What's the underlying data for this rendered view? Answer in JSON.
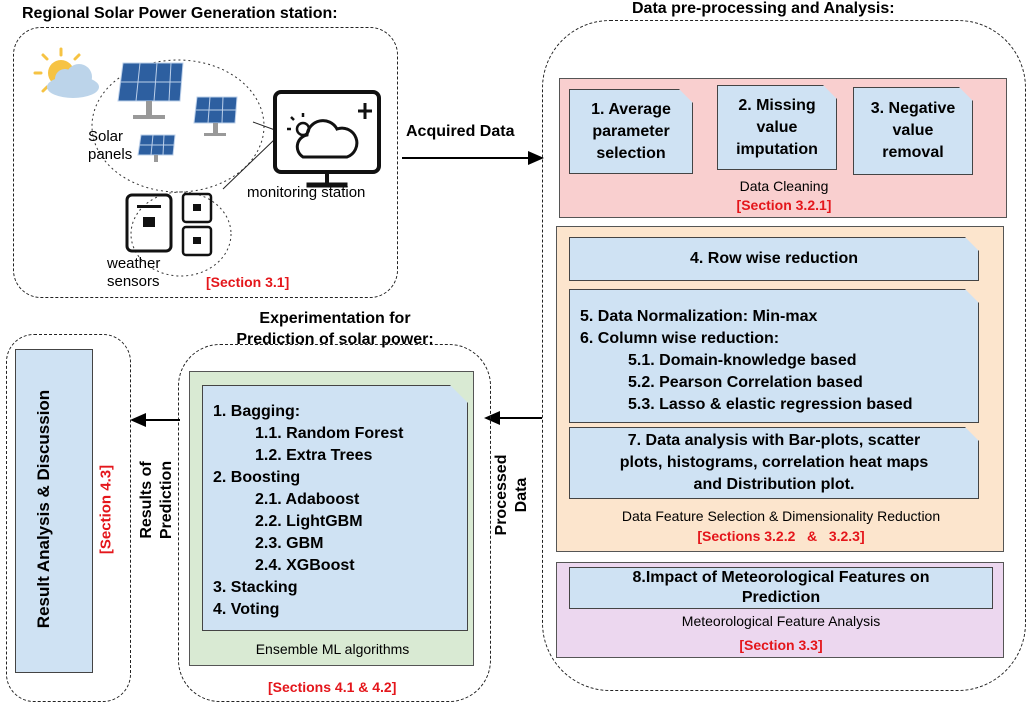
{
  "source": {
    "title": "Regional Solar Power Generation station:",
    "solar_panels_label": "Solar panels",
    "weather_sensors_label": "weather sensors",
    "monitoring_label": "monitoring station",
    "section_ref": "[Section 3.1]"
  },
  "acquired_label": "Acquired Data",
  "preprocessing": {
    "title": "Data pre-processing and Analysis:",
    "cleaning": {
      "steps": [
        {
          "lines": [
            "1. Average",
            "parameter",
            "selection"
          ]
        },
        {
          "lines": [
            "2. Missing",
            "value",
            "imputation"
          ]
        },
        {
          "lines": [
            "3. Negative",
            "value",
            "removal"
          ]
        }
      ],
      "label": "Data Cleaning",
      "section_ref": "[Section 3.2.1]"
    },
    "feature": {
      "row_reduction": "4. Row wise reduction",
      "normalization_lines": [
        "5. Data Normalization: Min-max",
        "6. Column wise reduction:",
        "5.1. Domain-knowledge based",
        "5.2. Pearson Correlation based",
        "5.3. Lasso & elastic regression based"
      ],
      "analysis_lines": [
        "7.  Data analysis with Bar-plots, scatter",
        "plots, histograms, correlation heat maps",
        "and Distribution plot."
      ],
      "label": "Data Feature Selection & Dimensionality Reduction",
      "section_ref": "[Sections 3.2.2   &   3.2.3]"
    },
    "meteorological": {
      "lines": [
        "8.Impact of Meteorological Features on",
        "Prediction"
      ],
      "label": "Meteorological Feature Analysis",
      "section_ref": "[Section 3.3]"
    }
  },
  "processed_label": [
    "Processed",
    "Data"
  ],
  "experimentation": {
    "title_lines": [
      "Experimentation for",
      "Prediction of solar power:"
    ],
    "algorithms": [
      {
        "text": "1. Bagging:",
        "level": 0
      },
      {
        "text": "1.1. Random Forest",
        "level": 1
      },
      {
        "text": "1.2. Extra Trees",
        "level": 1
      },
      {
        "text": "2. Boosting",
        "level": 0
      },
      {
        "text": "2.1. Adaboost",
        "level": 1
      },
      {
        "text": "2.2. LightGBM",
        "level": 1
      },
      {
        "text": "2.3. GBM",
        "level": 1
      },
      {
        "text": "2.4. XGBoost",
        "level": 1
      },
      {
        "text": "3. Stacking",
        "level": 0
      },
      {
        "text": "4. Voting",
        "level": 0
      }
    ],
    "label": "Ensemble ML algorithms",
    "section_ref": "[Sections 4.1 & 4.2]"
  },
  "results_label": [
    "Results of",
    "Prediction"
  ],
  "result": {
    "title": "Result  Analysis & Discussion",
    "section_ref": "[Section 4.3]"
  },
  "colors": {
    "cleaning_bg": "#f9cfcf",
    "feature_bg": "#fce5cd",
    "meteorological_bg": "#ecd7ef",
    "ensemble_bg": "#d9ead3",
    "box_bg": "#cfe2f3",
    "reference_text": "#e4161b"
  }
}
